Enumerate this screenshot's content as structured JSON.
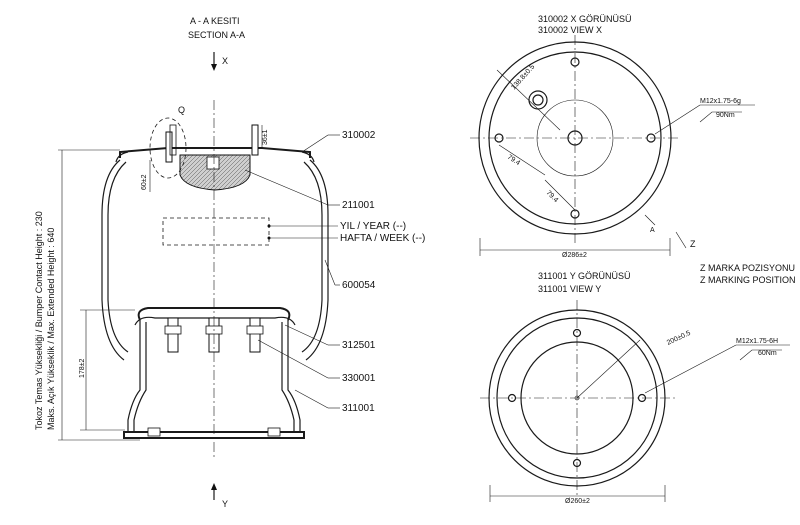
{
  "section": {
    "title_tr": "A - A KESITI",
    "title_en": "SECTION A-A",
    "axis_x": "X",
    "axis_y": "Y",
    "detail": "Q"
  },
  "side_label": {
    "line1": "Tokoz Temas Yüksekliği / Bumper Contact Height : 230",
    "line2": "Maks. Açık Yükseklik / Max. Extended Height : 640"
  },
  "dims": {
    "d1": "36±1",
    "d2": "60±2",
    "d3": "178±2",
    "d4": "138.8±0.5",
    "d5": "79.4",
    "d6": "79.4",
    "d7": "Ø286±2",
    "d8": "200±0.5",
    "d9": "Ø260±2"
  },
  "parts": {
    "p1": "310002",
    "p2": "211001",
    "p3": "600054",
    "p4": "312501",
    "p5": "330001",
    "p6": "311001"
  },
  "marking": {
    "year": "YIL / YEAR (--)",
    "week": "HAFTA / WEEK (--)"
  },
  "view_x": {
    "title_tr": "310002 X GÖRÜNÜSÜ",
    "title_en": "310002   VIEW X",
    "thread": "M12x1.75-6g",
    "torque": "90Nm",
    "section_mark": "A"
  },
  "view_y": {
    "title_tr": "311001 Y GÖRÜNÜSÜ",
    "title_en": "311001 VIEW Y",
    "thread": "M12x1.75-6H",
    "torque": "60Nm"
  },
  "z_mark": {
    "axis": "Z",
    "line_tr": "Z MARKA POZISYONU",
    "line_en": "Z MARKING POSITION"
  }
}
